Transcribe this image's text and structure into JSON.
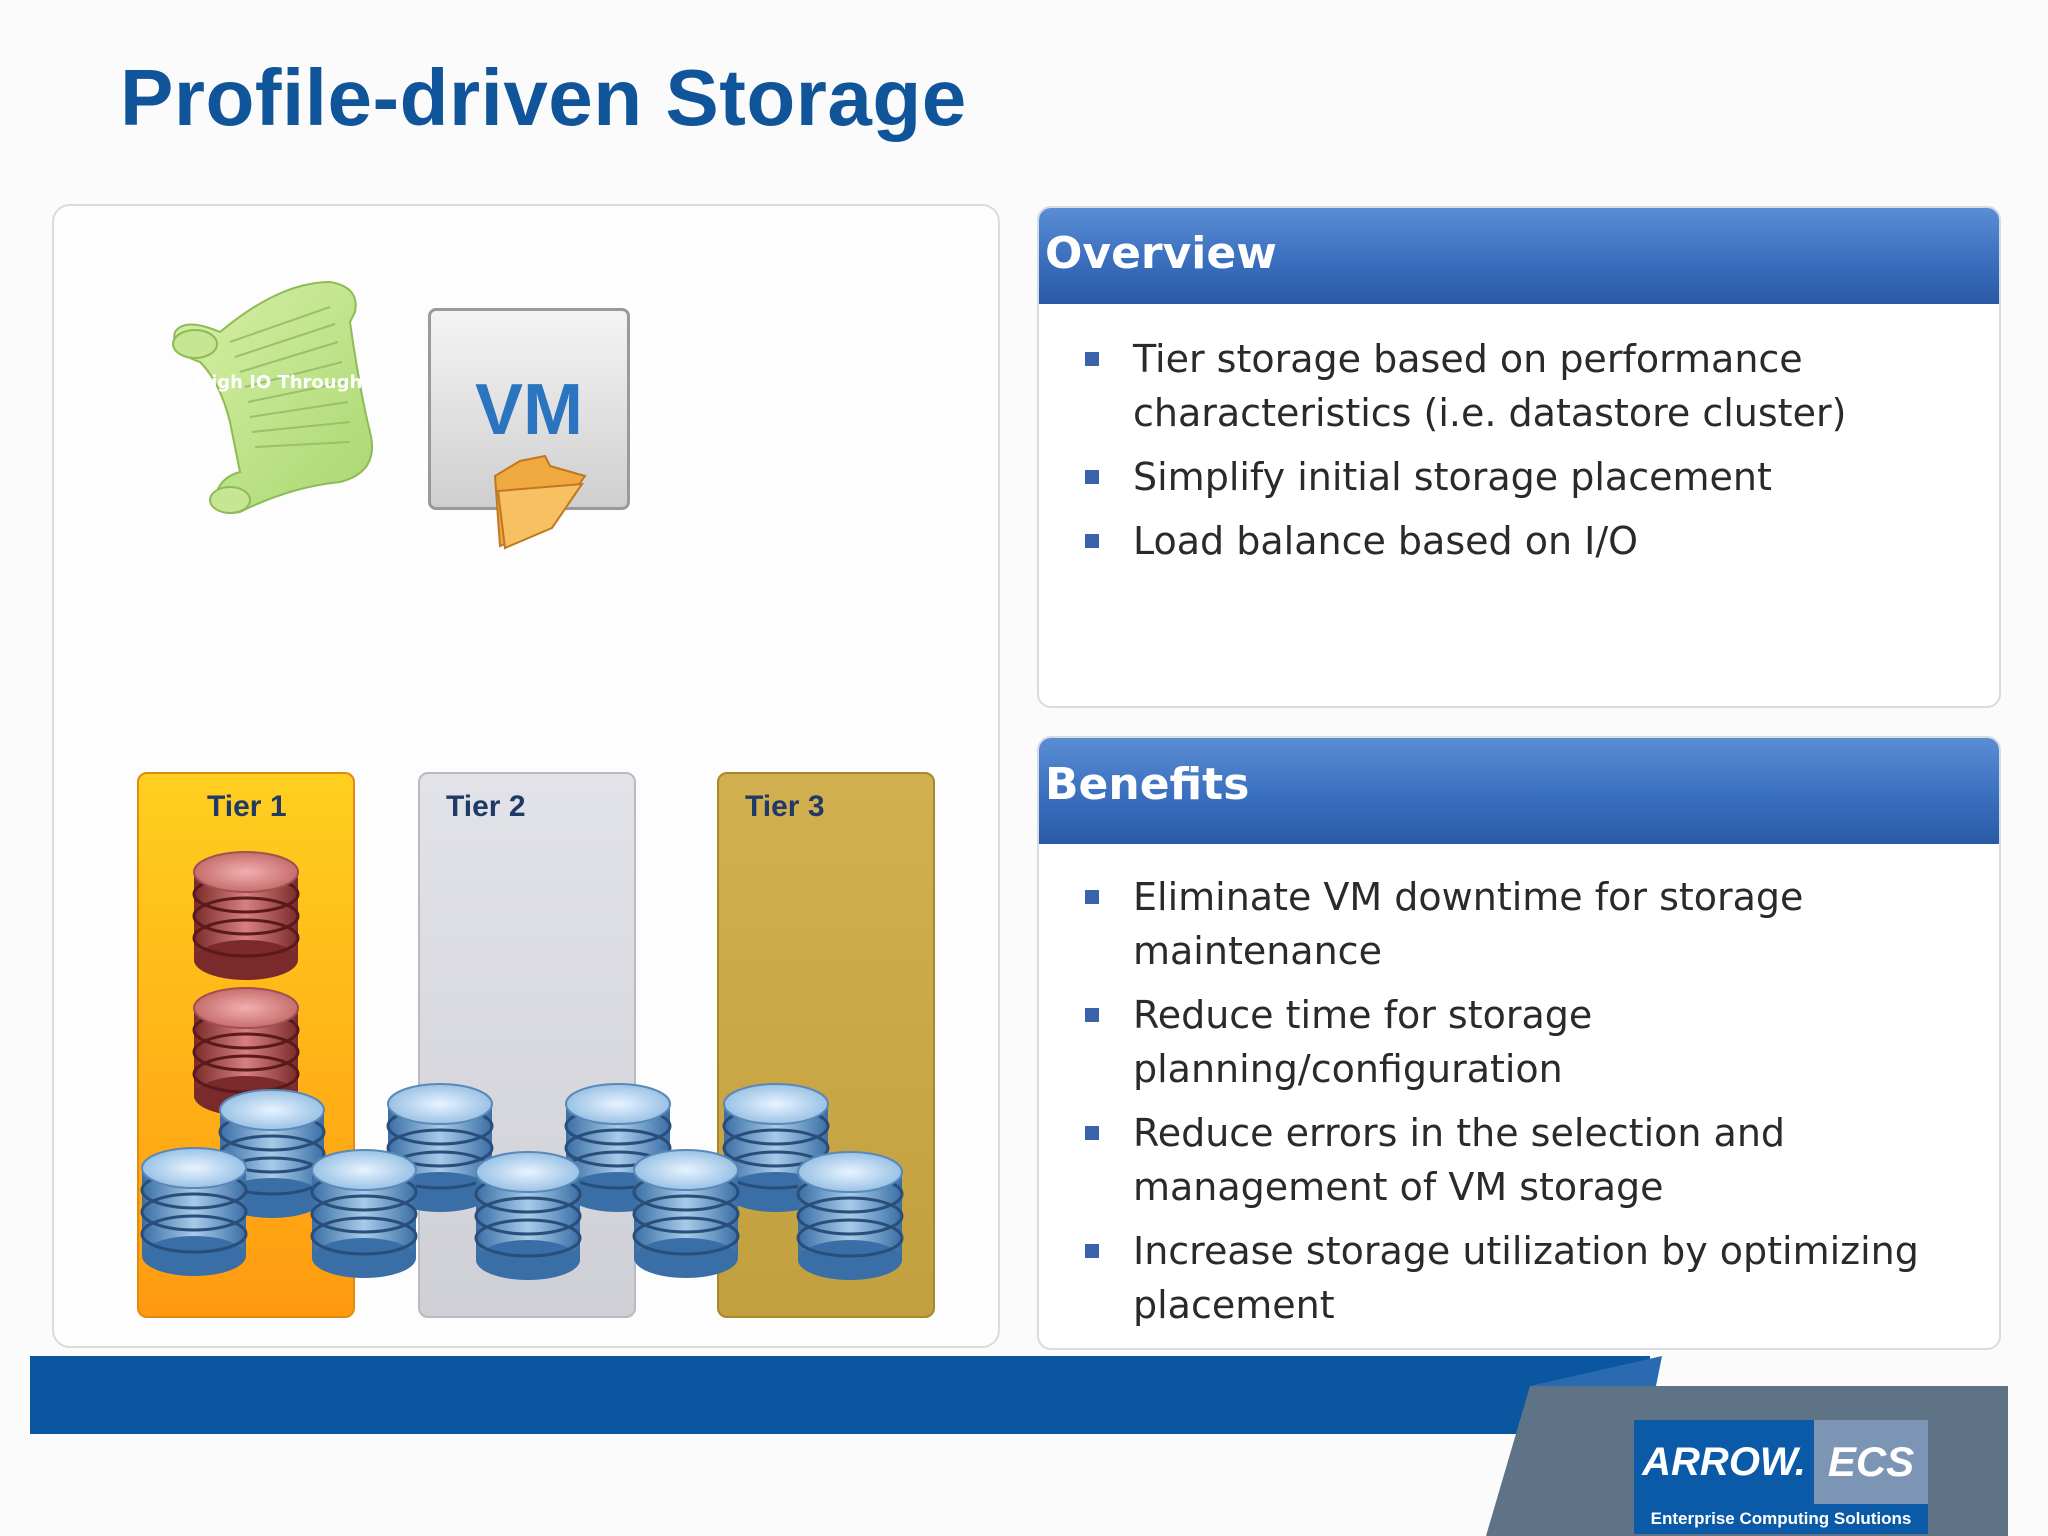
{
  "title": "Profile-driven Storage",
  "diagram": {
    "scroll_label": "High IO Throughput",
    "vm_label": "VM",
    "tiers": [
      {
        "label": "Tier 1",
        "color": "#ffb300"
      },
      {
        "label": "Tier 2",
        "color": "#dadbe0"
      },
      {
        "label": "Tier 3",
        "color": "#c9a84a"
      }
    ]
  },
  "overview": {
    "heading": "Overview",
    "items": [
      {
        "line1": "Tier storage based on performance",
        "line2": "characteristics (i.e. datastore cluster)"
      },
      {
        "line1": "Simplify initial storage placement",
        "line2": ""
      },
      {
        "line1": "Load balance based on I/O",
        "line2": ""
      }
    ]
  },
  "benefits": {
    "heading": "Benefits",
    "items": [
      {
        "line1": "Eliminate VM downtime for storage",
        "line2": "maintenance"
      },
      {
        "line1": "Reduce time for storage",
        "line2": "planning/configuration"
      },
      {
        "line1": "Reduce errors in the selection and",
        "line2": "management of VM storage"
      },
      {
        "line1": "Increase storage utilization by optimizing",
        "line2": "placement"
      }
    ]
  },
  "logo": {
    "brand": "ARROW.",
    "ecs": "ECS",
    "subtitle": "Enterprise Computing Solutions"
  },
  "colors": {
    "title": "#10549a",
    "footer_bar": "#0a56a0",
    "header_blue": "#3a6fbe"
  }
}
